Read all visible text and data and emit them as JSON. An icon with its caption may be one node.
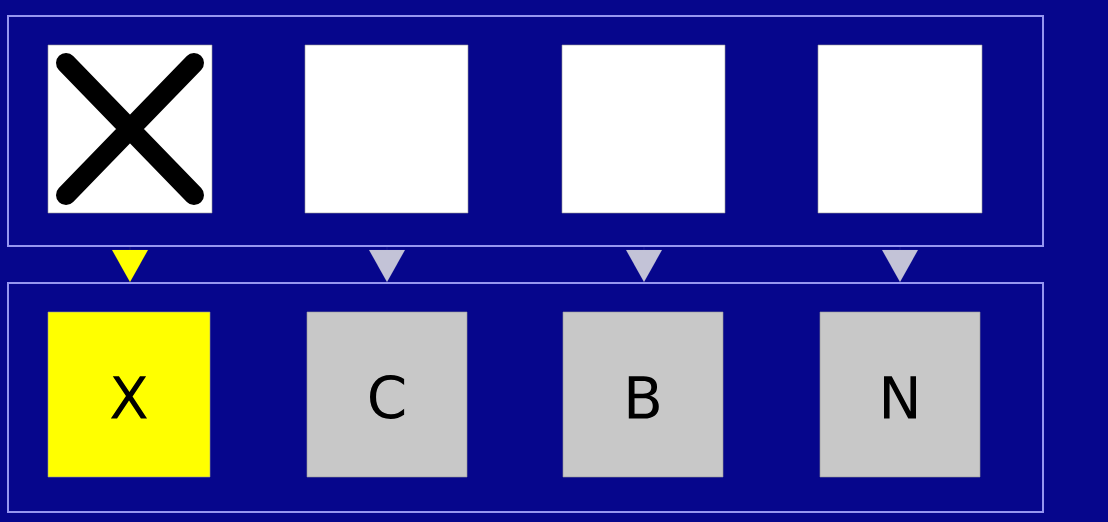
{
  "diagram": {
    "nodes": [
      {
        "text": [],
        "shape": "box"
      },
      {
        "text": [],
        "shape": "box",
        "in": 0
      },
      {
        "text": [],
        "shape": "box",
        "in": 0
      },
      {
        "text": [],
        "shape": "box",
        "in": 0
      },
      {
        "text": [],
        "shape": "box",
        "in": 0
      },
      {
        "text": [],
        "shape": "box"
      },
      {
        "text": [
          "X"
        ],
        "in": 5
      },
      {
        "text": [
          "C"
        ],
        "in": 5
      },
      {
        "text": [
          "B"
        ],
        "in": 5
      },
      {
        "text": [
          "N"
        ],
        "in": 5
      }
    ],
    "edges": [
      {
        "from": 0,
        "to": 5,
        "arrow": "to",
        "color": "#ffff00"
      },
      {
        "from": 0,
        "to": 5,
        "arrow": "to"
      },
      {
        "from": 0,
        "to": 5,
        "arrow": "to"
      },
      {
        "from": 0,
        "to": 5,
        "arrow": "to"
      }
    ]
  }
}
